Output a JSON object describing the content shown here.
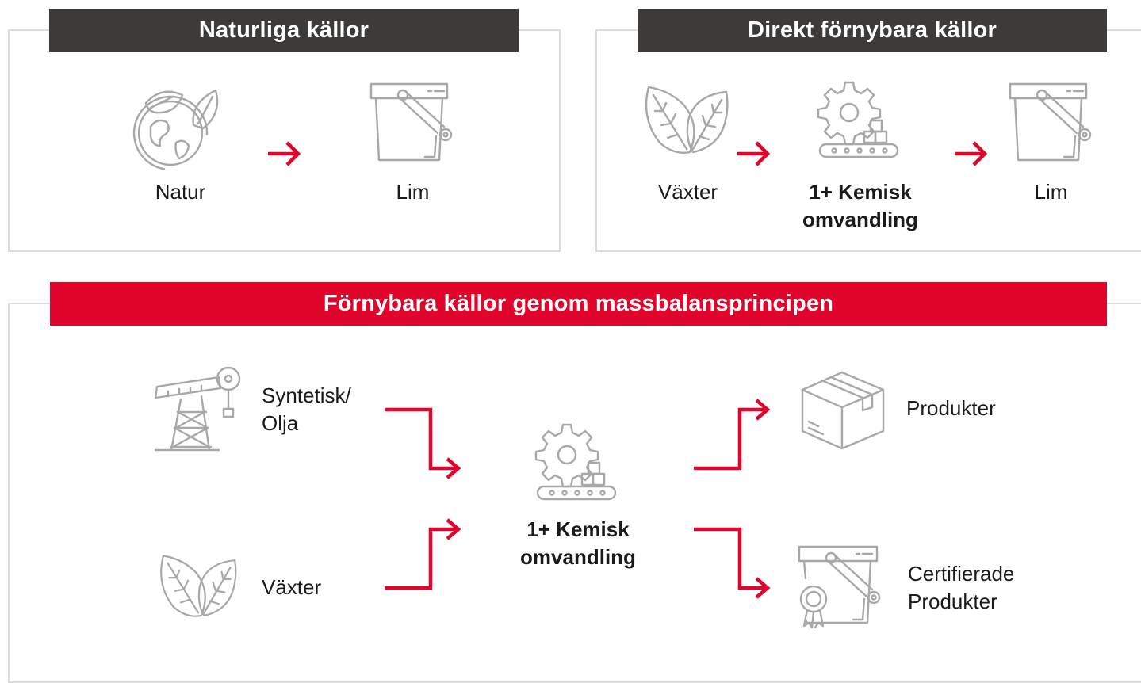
{
  "panels": {
    "natural": {
      "title": "Naturliga källor",
      "steps": [
        "Natur",
        "Lim"
      ]
    },
    "direct": {
      "title": "Direkt förnybara källor",
      "steps": [
        "Växter",
        "1+ Kemisk omvandling",
        "Lim"
      ]
    },
    "mass_balance": {
      "title": "Förnybara källor genom massbalansprincipen",
      "inputs": [
        "Syntetisk/ Olja",
        "Växter"
      ],
      "process": "1+ Kemisk omvandling",
      "outputs": [
        "Produkter",
        "Certifierade Produkter"
      ]
    }
  },
  "colors": {
    "accent_red": "#e0052b",
    "header_dark": "#3c3b3a",
    "icon_gray": "#a8a8a8",
    "border_gray": "#dcdcdc"
  },
  "icons": [
    "globe-leaf-icon",
    "glue-bucket-icon",
    "leaves-icon",
    "gear-conveyor-icon",
    "oil-pump-icon",
    "box-icon",
    "certified-bucket-icon",
    "arrow-right-icon"
  ]
}
